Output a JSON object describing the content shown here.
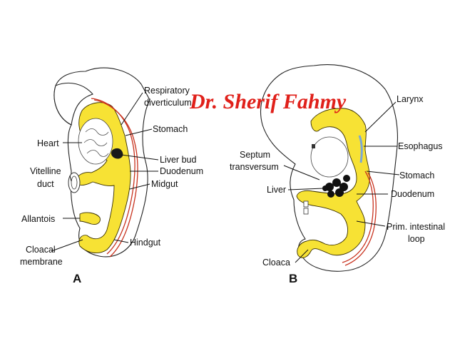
{
  "watermark": "Dr. Sherif Fahmy",
  "panel_a": {
    "letter": "A",
    "labels": {
      "respiratory_1": "Respiratory",
      "respiratory_2": "diverticulum",
      "stomach": "Stomach",
      "heart": "Heart",
      "liver_bud": "Liver bud",
      "vitelline_1": "Vitelline",
      "vitelline_2": "duct",
      "duodenum": "Duodenum",
      "midgut": "Midgut",
      "allantois": "Allantois",
      "cloacal_1": "Cloacal",
      "cloacal_2": "membrane",
      "hindgut": "Hindgut"
    }
  },
  "panel_b": {
    "letter": "B",
    "labels": {
      "larynx": "Larynx",
      "esophagus": "Esophagus",
      "septum_1": "Septum",
      "septum_2": "transversum",
      "stomach": "Stomach",
      "liver": "Liver",
      "duodenum": "Duodenum",
      "prim_1": "Prim. intestinal",
      "prim_2": "loop",
      "cloaca": "Cloaca"
    }
  },
  "colors": {
    "gut": "#f7e234",
    "vessel": "#c8321e",
    "watermark": "#e0201a"
  }
}
